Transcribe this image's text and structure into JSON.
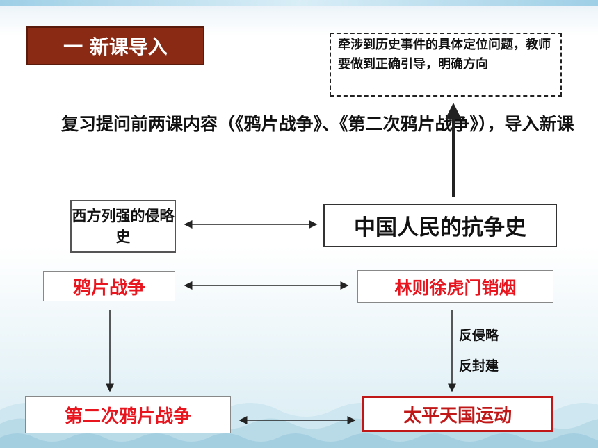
{
  "title": "一  新课导入",
  "note": "牵涉到历史事件的具体定位问题，教师要做到正确引导，明确方向",
  "intro": "复习提问前两课内容（《鸦片战争》、《第二次鸦片战争》），导入新课",
  "boxes": {
    "west": "西方列强的侵略史",
    "china": "中国人民的抗争史",
    "opium_war": "鸦片战争",
    "lin_zexu": "林则徐虎门销烟",
    "second_opium_war": "第二次鸦片战争",
    "taiping": "太平天国运动"
  },
  "labels": {
    "anti_invasion": "反侵略",
    "anti_feudal": "反封建"
  },
  "colors": {
    "title_bg": "#8b2a14",
    "red_text": "#e8141e"
  }
}
